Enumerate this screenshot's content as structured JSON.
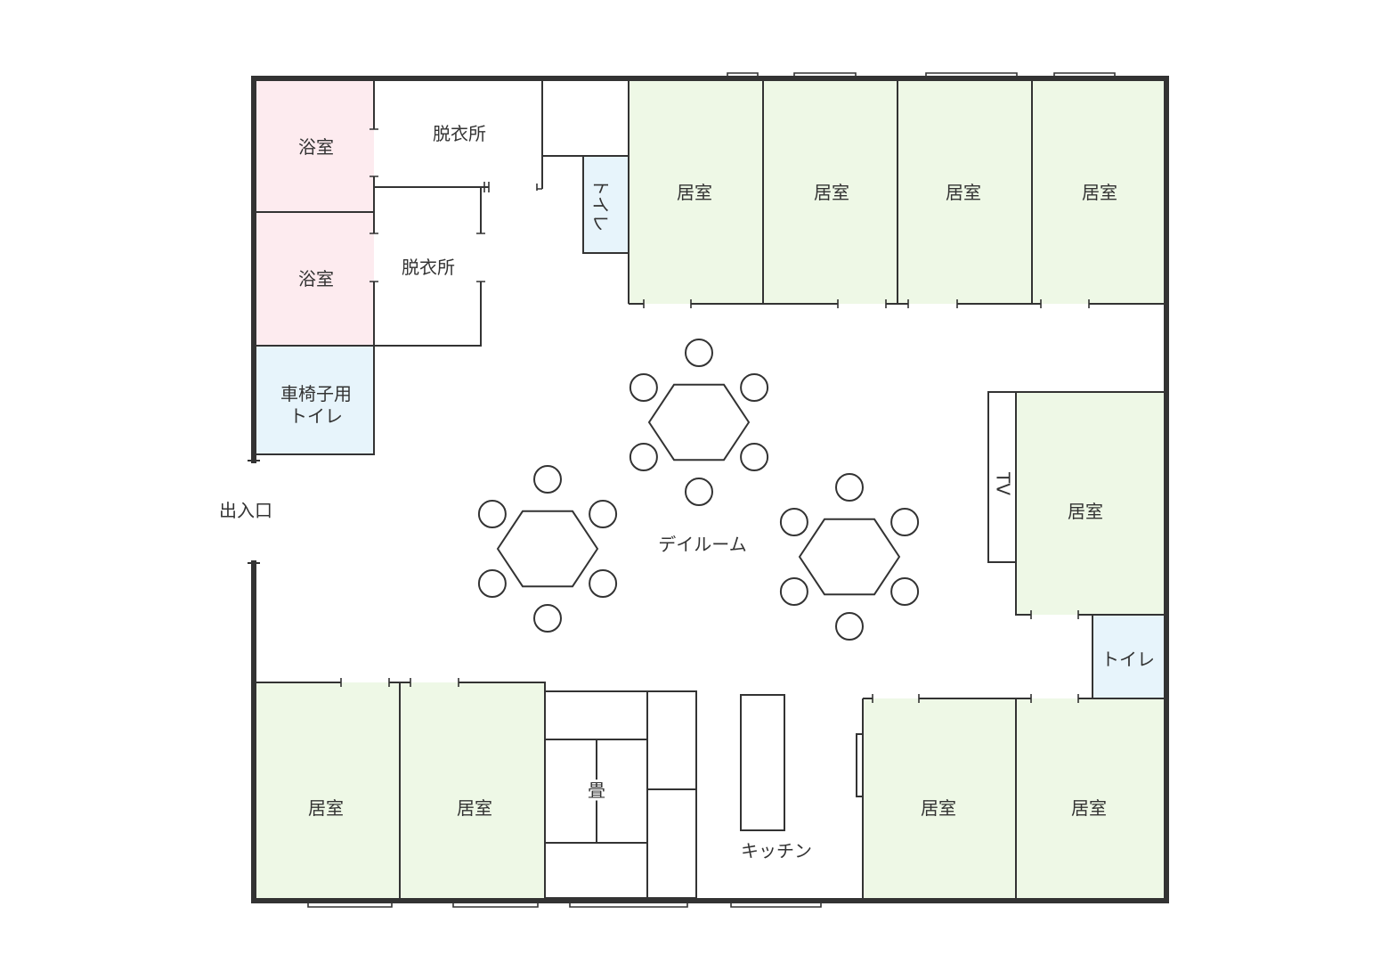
{
  "colors": {
    "wall": "#333333",
    "line": "#333333",
    "living_room_fill": "#eef8e6",
    "bath_fill": "#fdebef",
    "toilet_fill": "#e7f4fb",
    "background": "#ffffff"
  },
  "labels": {
    "bath_1": "浴室",
    "bath_2": "浴室",
    "dressing_1": "脱衣所",
    "dressing_2": "脱衣所",
    "toilet_top": "トイレ",
    "toilet_right": "トイレ",
    "wheelchair_toilet_line1": "車椅子用",
    "wheelchair_toilet_line2": "トイレ",
    "entrance": "出入口",
    "day_room": "デイルーム",
    "tatami": "畳",
    "kitchen": "キッチン",
    "tv": "TV",
    "room_top_1": "居室",
    "room_top_2": "居室",
    "room_top_3": "居室",
    "room_top_4": "居室",
    "room_right": "居室",
    "room_bottom_1": "居室",
    "room_bottom_2": "居室",
    "room_bottom_3": "居室",
    "room_bottom_4": "居室"
  },
  "furniture": {
    "dining_tables": 3,
    "chairs_per_table": 6
  }
}
